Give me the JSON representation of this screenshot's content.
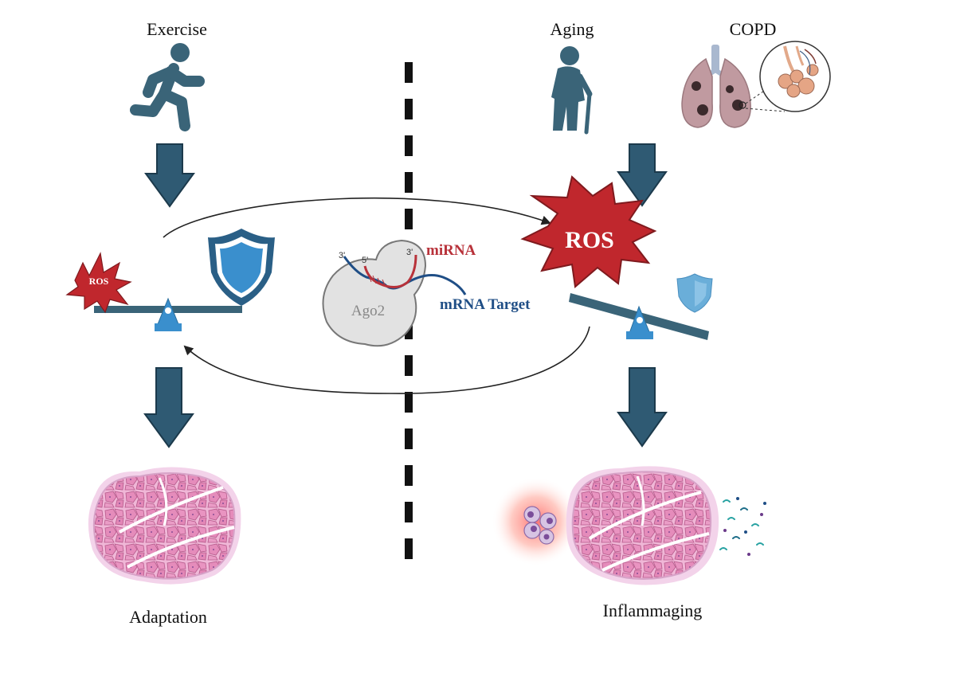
{
  "labels": {
    "exercise": "Exercise",
    "aging": "Aging",
    "copd": "COPD",
    "adaptation": "Adaptation",
    "inflammaging": "Inflammaging",
    "ros_small": "ROS",
    "ros_large": "ROS",
    "mirna": "miRNA",
    "mrna_target": "mRNA Target",
    "ago2": "Ago2",
    "three_prime_a": "3'",
    "five_prime": "5'",
    "three_prime_b": "3'"
  },
  "colors": {
    "arrow_fill": "#2f5a73",
    "arrow_stroke": "#1c3a4c",
    "figure": "#3a6478",
    "shield_dark": "#2a5f86",
    "shield_light": "#3a8fcd",
    "shield_small": "#6aaed9",
    "beam": "#3a6478",
    "fulcrum": "#3a8fcd",
    "ros_fill": "#c0272d",
    "ros_stroke": "#7f1a1e",
    "mirna": "#b8323a",
    "mrna": "#1f4e86",
    "ago2_fill": "#e2e2e2",
    "ago2_stroke": "#777777",
    "tissue_outer": "#f3d3ea",
    "tissue_inner": "#e6a8cf",
    "cell": "#e88fb9",
    "cell_stroke": "#b75b8d",
    "lung": "#c09aa0"
  }
}
